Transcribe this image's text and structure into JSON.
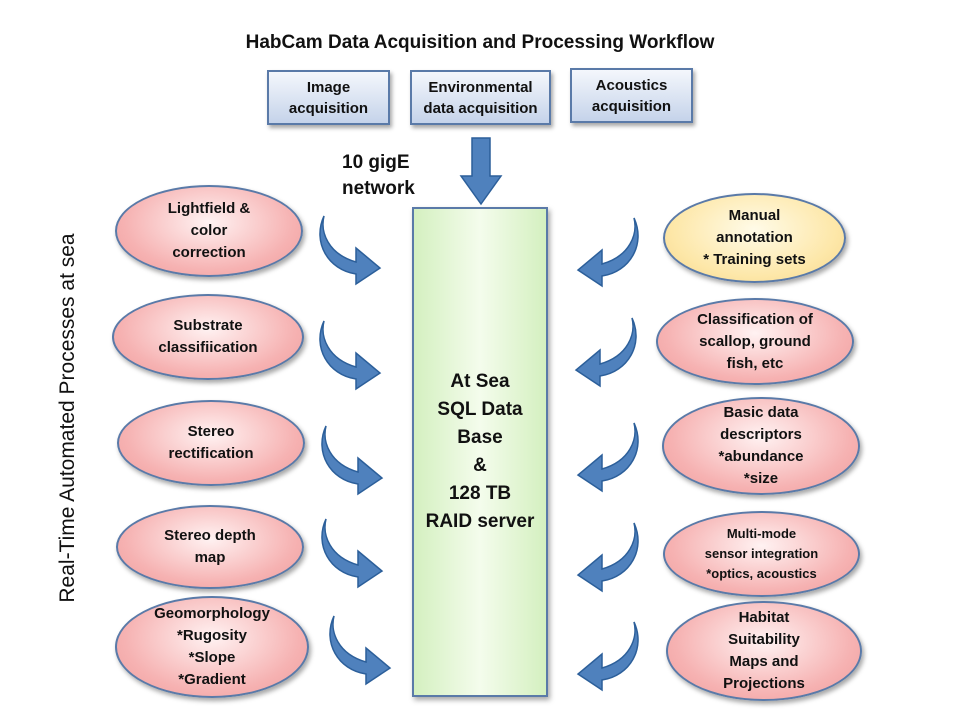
{
  "title": "HabCam Data Acquisition and Processing Workflow",
  "inputs": [
    {
      "line1": "Image",
      "line2": "acquisition"
    },
    {
      "line1": "Environmental",
      "line2": "data acquisition"
    },
    {
      "line1": "Acoustics",
      "line2": "acquisition"
    }
  ],
  "network_label": {
    "line1": "10 gigE",
    "line2": "network"
  },
  "database": {
    "lines": [
      "At Sea",
      "SQL Data",
      "Base",
      "&",
      "128 TB",
      "RAID server"
    ]
  },
  "side_label": "Real-Time Automated Processes at sea",
  "left_processes": [
    {
      "lines": [
        "Lightfield &",
        "color",
        "correction"
      ]
    },
    {
      "lines": [
        "Substrate",
        "classifiication"
      ]
    },
    {
      "lines": [
        "Stereo",
        "rectification"
      ]
    },
    {
      "lines": [
        "Stereo depth",
        "map"
      ]
    },
    {
      "lines": [
        "Geomorphology",
        "*Rugosity",
        "*Slope",
        "*Gradient"
      ]
    }
  ],
  "right_processes": [
    {
      "lines": [
        "Manual",
        "annotation",
        "* Training sets"
      ]
    },
    {
      "lines": [
        "Classification of",
        "scallop, ground",
        "fish, etc"
      ]
    },
    {
      "lines": [
        "Basic data",
        "descriptors",
        "*abundance",
        "*size"
      ]
    },
    {
      "lines": [
        "Multi-mode",
        "sensor integration",
        "*optics, acoustics"
      ]
    },
    {
      "lines": [
        "Habitat",
        "Suitability",
        "Maps and",
        "Projections"
      ]
    }
  ],
  "colors": {
    "arrow_fill": "#4f81bd",
    "arrow_stroke": "#2c5f9a",
    "oval_pink": "#f6b2b2",
    "oval_yellow": "#fde7a8",
    "database": "#d4f0c0",
    "box_border": "#5a7aa8"
  }
}
